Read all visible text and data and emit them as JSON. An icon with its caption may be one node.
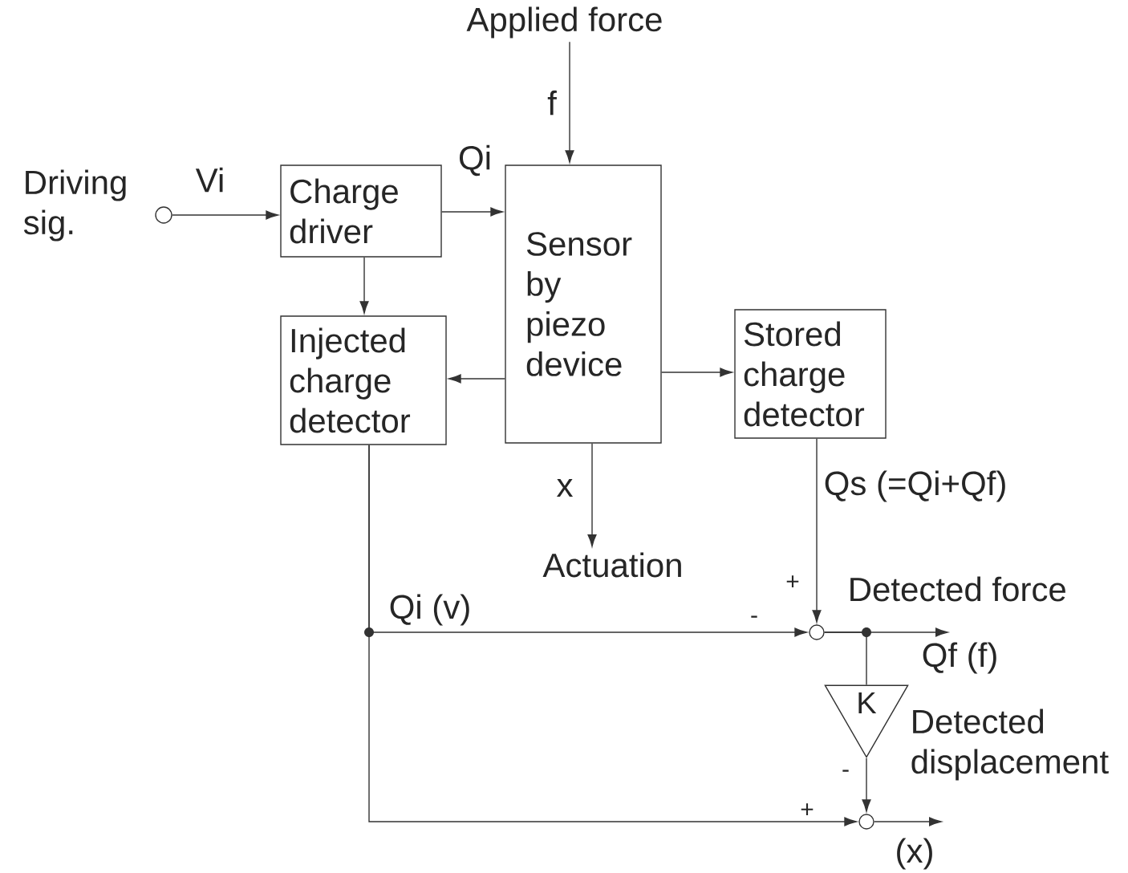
{
  "diagram": {
    "nodes": [
      {
        "text": [
          "Applied force"
        ]
      },
      {
        "text": [],
        "shape": "circle",
        "beside": [
          "Driving sig."
        ]
      },
      {
        "text": [
          "Charge driver"
        ]
      },
      {
        "text": [
          "Sensor by piezo device"
        ]
      },
      {
        "text": [
          "Injected charge detector"
        ]
      },
      {
        "text": [
          "Stored charge detector"
        ]
      },
      {
        "text": [
          "Actuation"
        ]
      },
      {
        "text": [],
        "shape": "circle"
      },
      {
        "text": [
          "K"
        ]
      },
      {
        "text": [],
        "shape": "circle"
      }
    ],
    "edges": [
      {
        "from": 0,
        "to": 3,
        "arrow": "to",
        "label": "f"
      },
      {
        "from": 1,
        "to": 2,
        "arrow": "to",
        "label": "Vi"
      },
      {
        "from": 2,
        "to": 3,
        "arrow": "to",
        "label": "Qi"
      },
      {
        "from": 2,
        "to": 4,
        "arrow": "to"
      },
      {
        "from": 3,
        "to": 4,
        "arrow": "to"
      },
      {
        "from": 3,
        "to": 5,
        "arrow": "to"
      },
      {
        "from": 3,
        "to": 6,
        "arrow": "to",
        "label": "x"
      },
      {
        "from": 5,
        "to": 7,
        "arrow": "to",
        "label": "Qs (=Qi+Qf)"
      },
      {
        "from": 4,
        "to": 7,
        "arrow": "to",
        "label": "Qi  (v)"
      },
      {
        "from": 4,
        "to": 9,
        "arrow": "to"
      },
      {
        "from": 7,
        "to": null,
        "arrow": "to",
        "label": "Qf   (f)"
      },
      {
        "from": 7,
        "to": 8,
        "arrow": "none"
      },
      {
        "from": 8,
        "to": 9,
        "arrow": "to"
      },
      {
        "from": 9,
        "to": null,
        "arrow": "to",
        "label": "(x)"
      }
    ],
    "labels": [
      "+",
      "Detected force",
      "-",
      "Detected displacement",
      "-",
      "+"
    ]
  }
}
